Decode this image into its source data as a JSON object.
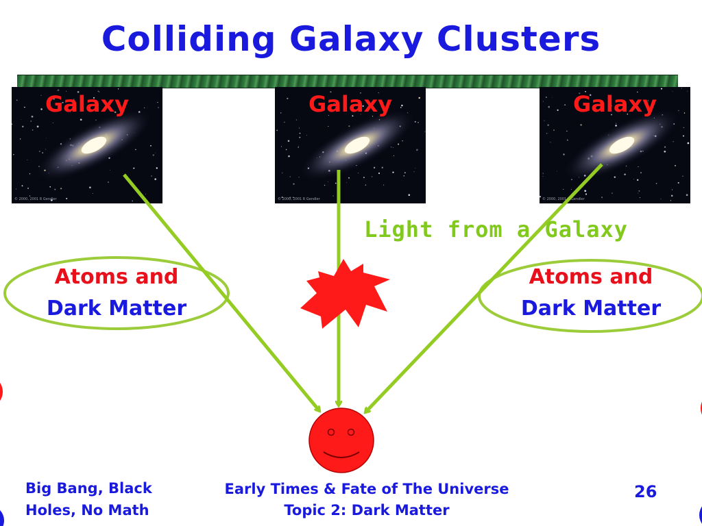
{
  "slide": {
    "title": "Colliding Galaxy Clusters",
    "galaxies": [
      {
        "label": "Galaxy",
        "credit": "© 2000, 2001 R Gendler"
      },
      {
        "label": "Galaxy",
        "credit": "© 2000, 2001 R Gendler"
      },
      {
        "label": "Galaxy",
        "credit": "© 2000, 2001 R Gendler"
      }
    ],
    "light_label": "Light from a Galaxy",
    "left_matter": {
      "line1": "Atoms and",
      "line2": "Dark Matter"
    },
    "right_matter": {
      "line1": "Atoms and",
      "line2": "Dark Matter"
    }
  },
  "footer": {
    "left_line1": "Big Bang, Black",
    "left_line2": "Holes, No Math",
    "center_line1": "Early Times & Fate of The Universe",
    "center_line2": "Topic 2: Dark Matter",
    "page_number": "26"
  },
  "colors": {
    "title": "#1a1adf",
    "label_red": "#e8101b",
    "arrow_green": "#94cc24",
    "ellipse_green": "#9ccc3a",
    "observer_fill": "#ff1a1a",
    "bar_green": "#2f7a3c"
  },
  "icons": [
    "galaxy-photo",
    "star-burst-icon",
    "smiley-face-icon",
    "arrow"
  ]
}
